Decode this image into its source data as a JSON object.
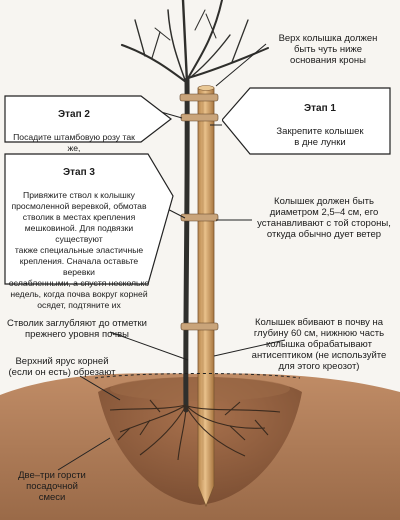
{
  "labels": {
    "stake_top": "Верх колышка должен\nбыть чуть ниже\nоснования кроны",
    "stage1_title": "Этап 1",
    "stage1_text": "Закрепите колышек\nв дне лунки",
    "stage2_title": "Этап 2",
    "stage2_text": "Посадите штамбовую розу так же,\nкак кустовую, уплотняя землю",
    "stage3_title": "Этап 3",
    "stage3_text": "Привяжите ствол к колышку\nпросмоленной веревкой, обмотав\nстволик в местах крепления\nмешковиной. Для подвязки существуют\nтакже специальные эластичные\nкрепления. Сначала оставьте веревки\nослабленными, а спустя несколько\nнедель, когда почва вокруг корней\nосядет, подтяните их",
    "stake_diameter": "Колышек должен быть\nдиаметром 2,5–4 см, его\nустанавливают с той стороны,\nоткуда обычно дует ветер",
    "stem_depth": "Стволик заглубляют до отметки\nпрежнего уровня почвы",
    "stake_depth": "Колышек вбивают в почву на\nглубину 60 см, нижнюю часть\nколышка обрабатывают\nантисептиком (не используйте\nдля этого креозот)",
    "upper_roots": "Верхний ярус корней\n(если он есть) обрезают",
    "compost": "Две–три горсти\nпосадочной\nсмеси"
  },
  "colors": {
    "soil": "#b07a55",
    "soil_dark": "#8a5b3c",
    "stake": "#d9a86a",
    "stem": "#2f2f2c",
    "rope": "#c9a47a"
  },
  "icons": [
    "stake",
    "rose-stem",
    "roots",
    "soil-mound",
    "twine-ties"
  ]
}
